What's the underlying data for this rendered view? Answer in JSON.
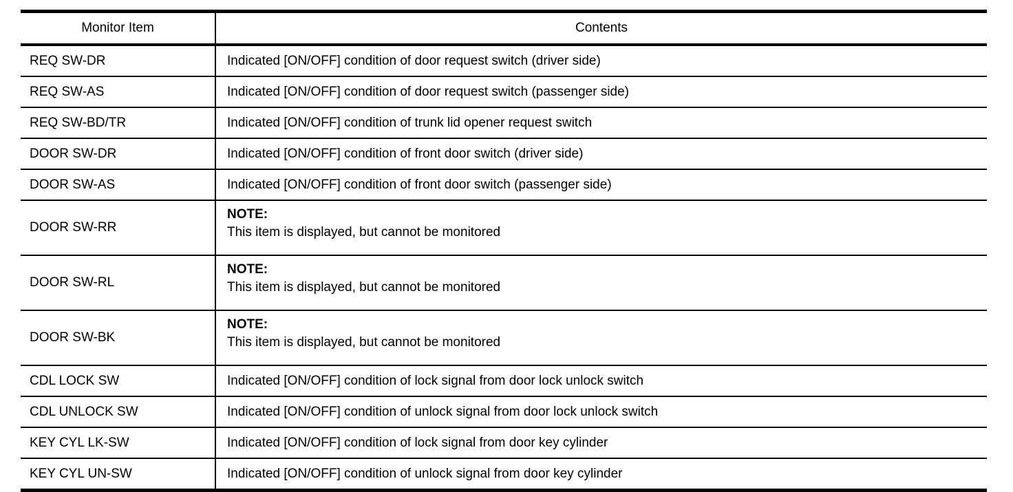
{
  "colors": {
    "background": "#ffffff",
    "text": "#000000",
    "border": "#000000"
  },
  "table": {
    "columns": [
      "Monitor Item",
      "Contents"
    ],
    "rows": [
      {
        "item": "REQ SW-DR",
        "note": false,
        "contents": "Indicated [ON/OFF] condition of door request switch (driver side)"
      },
      {
        "item": "REQ SW-AS",
        "note": false,
        "contents": "Indicated [ON/OFF] condition of door request switch (passenger side)"
      },
      {
        "item": "REQ SW-BD/TR",
        "note": false,
        "contents": "Indicated [ON/OFF] condition of trunk lid opener request switch"
      },
      {
        "item": "DOOR SW-DR",
        "note": false,
        "contents": "Indicated [ON/OFF] condition of front door switch (driver side)"
      },
      {
        "item": "DOOR SW-AS",
        "note": false,
        "contents": "Indicated [ON/OFF] condition of front door switch (passenger side)"
      },
      {
        "item": "DOOR SW-RR",
        "note": true,
        "note_label": "NOTE:",
        "contents": "This item is displayed, but cannot be monitored"
      },
      {
        "item": "DOOR SW-RL",
        "note": true,
        "note_label": "NOTE:",
        "contents": "This item is displayed, but cannot be monitored"
      },
      {
        "item": "DOOR SW-BK",
        "note": true,
        "note_label": "NOTE:",
        "contents": "This item is displayed, but cannot be monitored"
      },
      {
        "item": "CDL LOCK SW",
        "note": false,
        "contents": "Indicated [ON/OFF] condition of lock signal from door lock unlock switch"
      },
      {
        "item": "CDL UNLOCK SW",
        "note": false,
        "contents": "Indicated [ON/OFF] condition of unlock signal from door lock unlock switch"
      },
      {
        "item": "KEY CYL LK-SW",
        "note": false,
        "contents": "Indicated [ON/OFF] condition of lock signal from door key cylinder"
      },
      {
        "item": "KEY CYL UN-SW",
        "note": false,
        "contents": "Indicated [ON/OFF] condition of unlock signal from door key cylinder"
      }
    ]
  }
}
